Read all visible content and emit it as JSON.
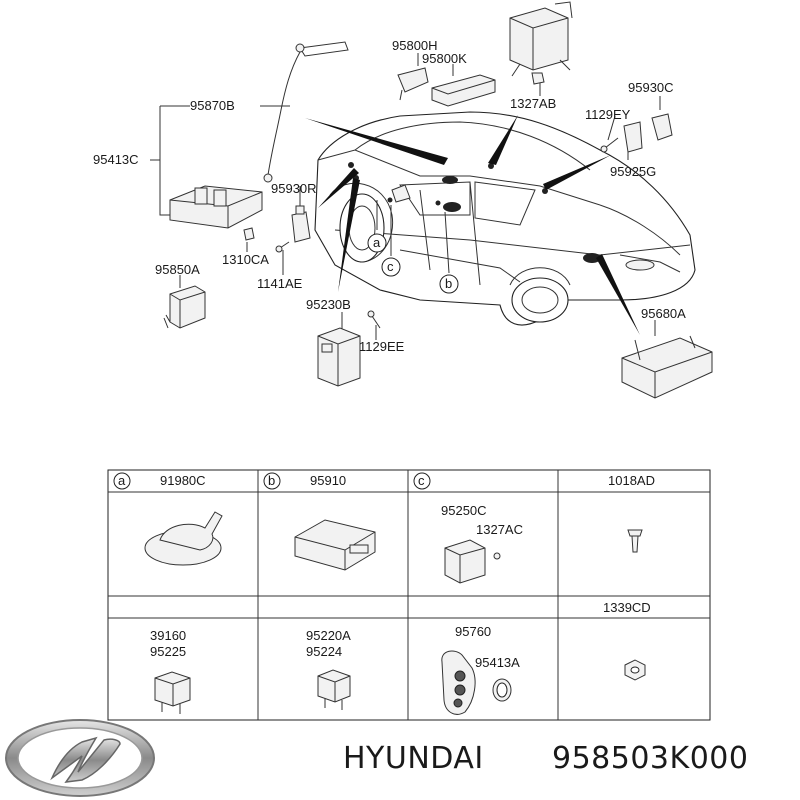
{
  "diagram": {
    "callouts": {
      "c95870B": "95870B",
      "c95413C": "95413C",
      "c95800H": "95800H",
      "c95800K": "95800K",
      "c1327AB": "1327AB",
      "c95930C": "95930C",
      "c1129EY": "1129EY",
      "c95925G": "95925G",
      "c95930R": "95930R",
      "c1310CA": "1310CA",
      "c1141AE": "1141AE",
      "c95850A": "95850A",
      "c95230B": "95230B",
      "c1129EE": "1129EE",
      "c95680A": "95680A",
      "ref_a": "a",
      "ref_b": "b",
      "ref_c": "c"
    },
    "table": {
      "headers": [
        {
          "letter": "a",
          "code": "91980C"
        },
        {
          "letter": "b",
          "code": "95910"
        },
        {
          "letter": "c",
          "code": ""
        },
        {
          "letter": "",
          "code": "1018AD"
        }
      ],
      "row1_labels": {
        "c_top": "95250C",
        "c_side": "1327AC"
      },
      "headers2": [
        "",
        "",
        "",
        "1339CD"
      ],
      "row2_labels": {
        "a_line1": "39160",
        "a_line2": "95225",
        "b_line1": "95220A",
        "b_line2": "95224",
        "c_top": "95760",
        "c_side": "95413A"
      }
    }
  },
  "footer": {
    "brand": "HYUNDAI",
    "part_number": "958503K000"
  }
}
